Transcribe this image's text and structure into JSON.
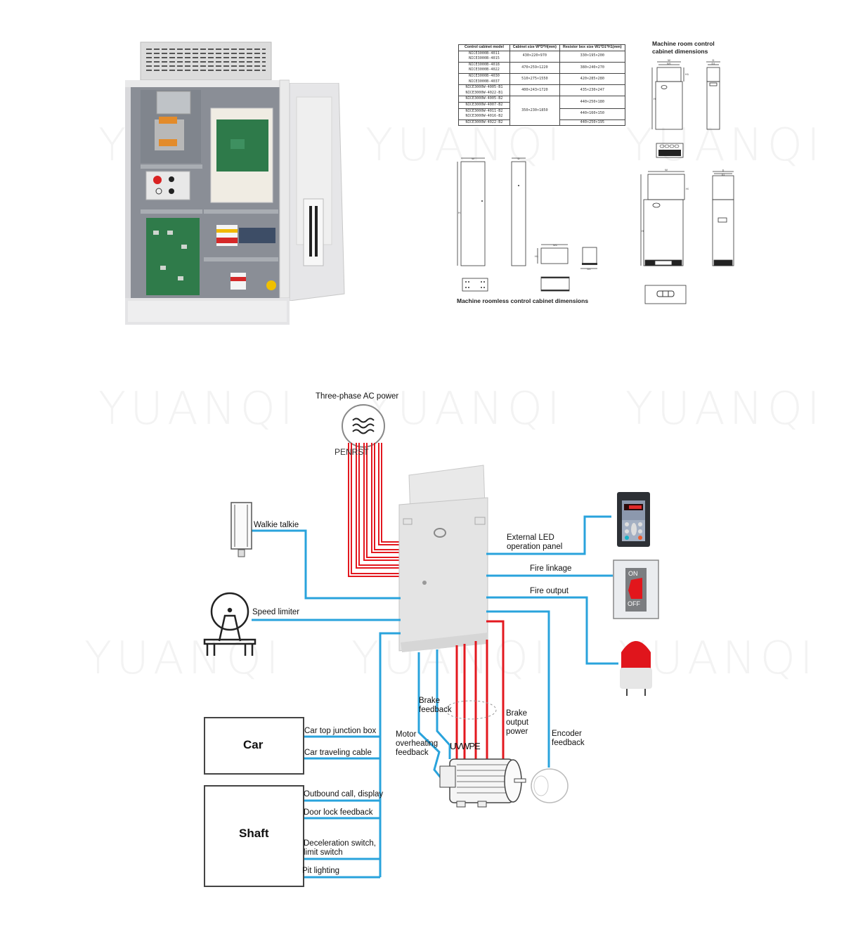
{
  "watermark": "YUANQI",
  "spec_table": {
    "headers": [
      "Control cabinet model",
      "Cabinet size W*D*H(mm)",
      "Resistor box size W1*D1*H1(mm)"
    ],
    "rows": [
      {
        "models": [
          "NICE3000B-4011",
          "NICE3000B-4015"
        ],
        "cabinet": "430×220×970",
        "resistor": "330×195×200"
      },
      {
        "models": [
          "NICE3000B-4018",
          "NICE3000B-4022"
        ],
        "cabinet": "470×259×1220",
        "resistor": "380×240×270"
      },
      {
        "models": [
          "NICE3000B-4030",
          "NICE3000B-4037"
        ],
        "cabinet": "510×275×1550",
        "resistor": "420×285×280"
      },
      {
        "models": [
          "NICE3000W-4005-B1",
          "NICE3000W-4022-B1"
        ],
        "cabinet": "400×243×1720",
        "resistor": "435×230×247"
      },
      {
        "models": [
          "NICE3000W-4005-B2"
        ],
        "cabinet": "350×230×1850",
        "resistor": "440×250×180"
      },
      {
        "models": [
          "NICE3000W-4007-B2"
        ],
        "cabinet": "",
        "resistor": ""
      },
      {
        "models": [
          "NICE3000W-4011-B2",
          "NICE3000W-4016-B2"
        ],
        "cabinet": "",
        "resistor": "440×160×150"
      },
      {
        "models": [
          "NICE3000W-4022-B2"
        ],
        "cabinet": "",
        "resistor": "440×250×195"
      }
    ]
  },
  "captions": {
    "machine_room": "Machine room control cabinet dimensions",
    "machine_roomless": "Machine roomless control cabinet dimensions"
  },
  "dim_labels": {
    "W": "W",
    "W1": "W1",
    "D": "D",
    "D1": "D1",
    "H": "H",
    "H1": "H1"
  },
  "wiring": {
    "power_title": "Three-phase AC power",
    "power_terminals": "PENRST",
    "motor_terminals": "UVWPE",
    "left": {
      "walkie_talkie": "Walkie talkie",
      "speed_limiter": "Speed limiter"
    },
    "right": {
      "led_panel": "External LED operation panel",
      "fire_linkage": "Fire linkage",
      "fire_output": "Fire output",
      "switch_on": "ON",
      "switch_off": "OFF"
    },
    "bottom": {
      "brake_feedback": "Brake feedback",
      "motor_overheating": "Motor overheating feedback",
      "brake_output": "Brake output power",
      "encoder": "Encoder feedback"
    },
    "car": {
      "title": "Car",
      "items": [
        "Car top junction box",
        "Car traveling cable"
      ]
    },
    "shaft": {
      "title": "Shaft",
      "items": [
        "Outbound call, display",
        "Door lock feedback",
        "Deceleration switch, limit switch",
        "Pit lighting"
      ]
    },
    "colors": {
      "signal": "#29a3dc",
      "power": "#e3181f",
      "cabinet": "#e4e4e4"
    }
  }
}
